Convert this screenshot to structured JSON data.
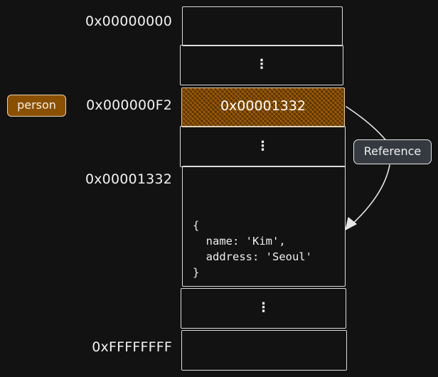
{
  "addresses": {
    "first": "0x00000000",
    "person_ref": "0x000000F2",
    "object": "0x00001332",
    "last": "0xFFFFFFFF"
  },
  "person_tag": "person",
  "reference_label": "Reference",
  "cells": {
    "gap1": "⋮",
    "pointer_value": "0x00001332",
    "gap2": "⋮",
    "gap3": "⋮"
  },
  "object_code": {
    "open": "{",
    "line1": "  name: 'Kim',",
    "line2": "  address: 'Seoul'",
    "close": "}"
  },
  "colors": {
    "background": "#121212",
    "highlight_fill": "#8a5000",
    "reference_box": "#343a40",
    "stroke": "#dcdcdc"
  }
}
